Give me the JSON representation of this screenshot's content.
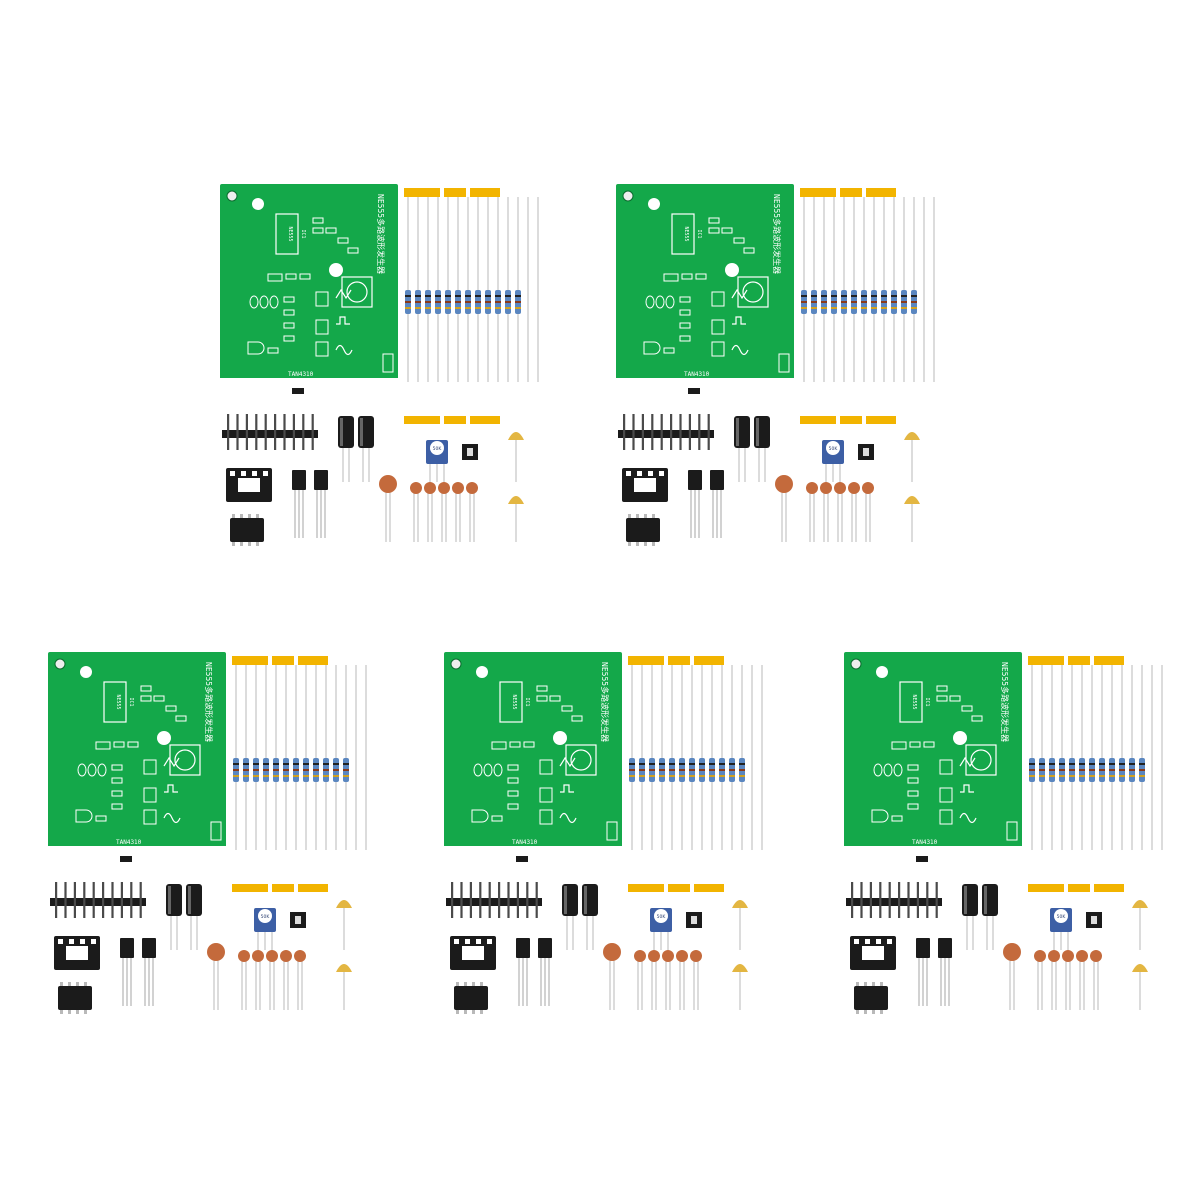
{
  "colors": {
    "pcb_green": "#14a84a",
    "pcb_dark": "#0e7a36",
    "silkscreen": "#ffffff",
    "tape_yellow": "#f2b400",
    "resistor_blue": "#5a86c0",
    "ceramic_cap": "#c46a3c",
    "tantalum": "#e3b642",
    "component_black": "#1b1b1b",
    "lead_gray": "#b9b9b9"
  },
  "kits": [
    {
      "board_title": "NE555多路波形发生器",
      "ic_label": "NE555",
      "ic_ref": "IC1",
      "bottom_label": "TAN4310",
      "pot_value": "50K"
    },
    {
      "board_title": "NE555多路波形发生器",
      "ic_label": "NE555",
      "ic_ref": "IC1",
      "bottom_label": "TAN4310",
      "pot_value": "50K"
    },
    {
      "board_title": "NE555多路波形发生器",
      "ic_label": "NE555",
      "ic_ref": "IC1",
      "bottom_label": "TAN4310",
      "pot_value": "50K"
    },
    {
      "board_title": "NE555多路波形发生器",
      "ic_label": "NE555",
      "ic_ref": "IC1",
      "bottom_label": "TAN4310",
      "pot_value": "50K"
    },
    {
      "board_title": "NE555多路波形发生器",
      "ic_label": "NE555",
      "ic_ref": "IC1",
      "bottom_label": "TAN4310",
      "pot_value": "50K"
    }
  ]
}
